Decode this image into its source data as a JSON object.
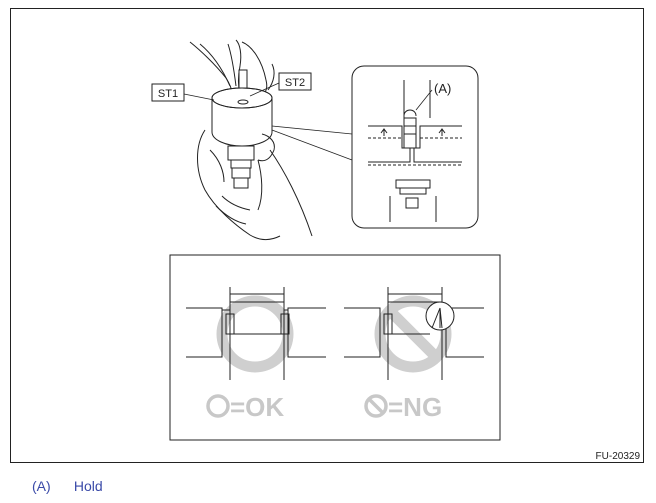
{
  "figure": {
    "labels": {
      "st1": "ST1",
      "st2": "ST2",
      "a_marker": "(A)",
      "ok_text": "=OK",
      "ng_text": "=NG",
      "figure_id": "FU-20329"
    }
  },
  "legend": {
    "key": "(A)",
    "text": "Hold"
  },
  "colors": {
    "line": "#222222",
    "ghost": "#c8c8c8",
    "caption": "#3a4aa8"
  }
}
